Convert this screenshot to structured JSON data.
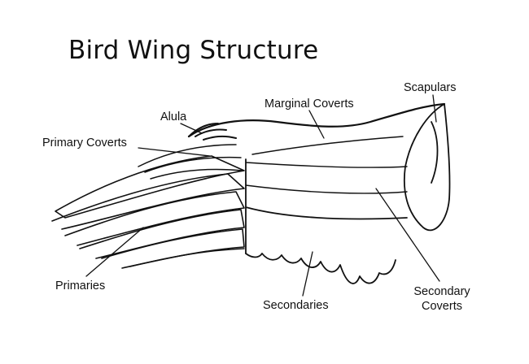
{
  "title": "Bird Wing Structure",
  "labels": {
    "scapulars": "Scapulars",
    "marginal_coverts": "Marginal Coverts",
    "alula": "Alula",
    "primary_coverts": "Primary Coverts",
    "primaries": "Primaries",
    "secondaries": "Secondaries",
    "secondary_coverts_line1": "Secondary",
    "secondary_coverts_line2": "Coverts"
  }
}
